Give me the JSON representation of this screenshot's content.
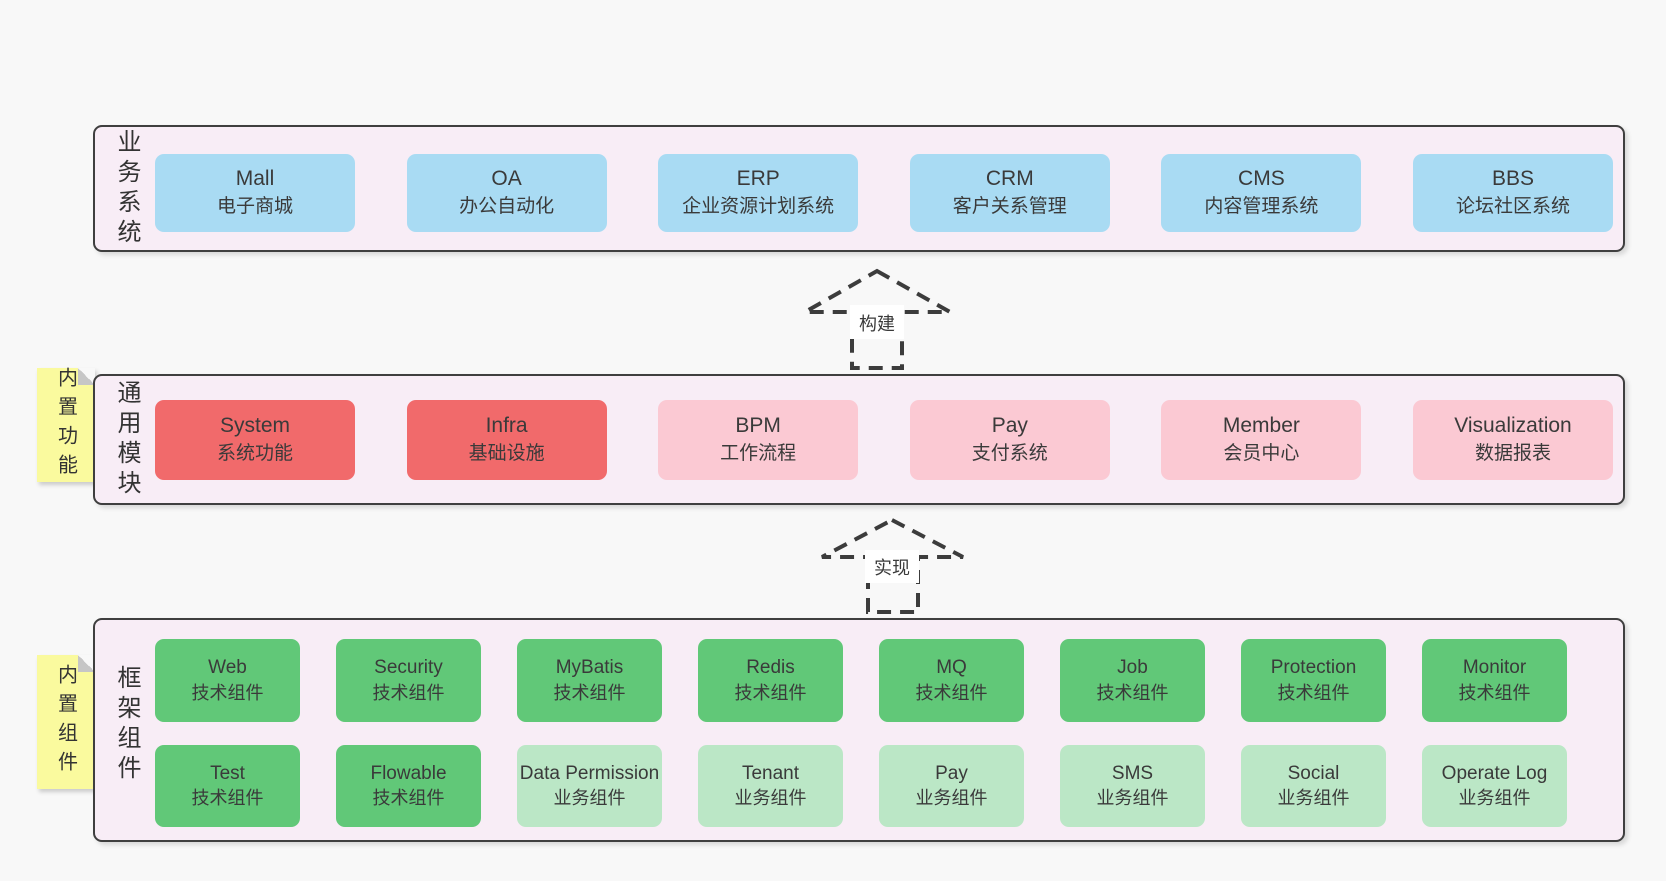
{
  "palette": {
    "page_background": "#f8f8f8",
    "band_fill": "#f8edf6",
    "band_border": "#3f3f3f",
    "blue_box": "#a9dbf3",
    "red_box": "#f16a6b",
    "pink_box": "#fbc9d3",
    "green_box": "#61c878",
    "light_green_box": "#bbe7c6",
    "yellow_tag": "#fafa9e",
    "text": "#3a3a3a"
  },
  "bands": [
    {
      "label": "业务系统",
      "rows": [
        [
          {
            "title": "Mall",
            "subtitle": "电子商城",
            "variant": "blue"
          },
          {
            "title": "OA",
            "subtitle": "办公自动化",
            "variant": "blue"
          },
          {
            "title": "ERP",
            "subtitle": "企业资源计划系统",
            "variant": "blue"
          },
          {
            "title": "CRM",
            "subtitle": "客户关系管理",
            "variant": "blue"
          },
          {
            "title": "CMS",
            "subtitle": "内容管理系统",
            "variant": "blue"
          },
          {
            "title": "BBS",
            "subtitle": "论坛社区系统",
            "variant": "blue"
          }
        ]
      ]
    },
    {
      "label": "通用模块",
      "tag": "内置功能",
      "rows": [
        [
          {
            "title": "System",
            "subtitle": "系统功能",
            "variant": "red"
          },
          {
            "title": "Infra",
            "subtitle": "基础设施",
            "variant": "red"
          },
          {
            "title": "BPM",
            "subtitle": "工作流程",
            "variant": "pink"
          },
          {
            "title": "Pay",
            "subtitle": "支付系统",
            "variant": "pink"
          },
          {
            "title": "Member",
            "subtitle": "会员中心",
            "variant": "pink"
          },
          {
            "title": "Visualization",
            "subtitle": "数据报表",
            "variant": "pink"
          }
        ]
      ]
    },
    {
      "label": "框架组件",
      "tag": "内置组件",
      "rows": [
        [
          {
            "title": "Web",
            "subtitle": "技术组件",
            "variant": "green"
          },
          {
            "title": "Security",
            "subtitle": "技术组件",
            "variant": "green"
          },
          {
            "title": "MyBatis",
            "subtitle": "技术组件",
            "variant": "green"
          },
          {
            "title": "Redis",
            "subtitle": "技术组件",
            "variant": "green"
          },
          {
            "title": "MQ",
            "subtitle": "技术组件",
            "variant": "green"
          },
          {
            "title": "Job",
            "subtitle": "技术组件",
            "variant": "green"
          },
          {
            "title": "Protection",
            "subtitle": "技术组件",
            "variant": "green"
          },
          {
            "title": "Monitor",
            "subtitle": "技术组件",
            "variant": "green"
          }
        ],
        [
          {
            "title": "Test",
            "subtitle": "技术组件",
            "variant": "green"
          },
          {
            "title": "Flowable",
            "subtitle": "技术组件",
            "variant": "green"
          },
          {
            "title": "Data Permission",
            "subtitle": "业务组件",
            "variant": "lgreen"
          },
          {
            "title": "Tenant",
            "subtitle": "业务组件",
            "variant": "lgreen"
          },
          {
            "title": "Pay",
            "subtitle": "业务组件",
            "variant": "lgreen"
          },
          {
            "title": "SMS",
            "subtitle": "业务组件",
            "variant": "lgreen"
          },
          {
            "title": "Social",
            "subtitle": "业务组件",
            "variant": "lgreen"
          },
          {
            "title": "Operate Log",
            "subtitle": "业务组件",
            "variant": "lgreen"
          }
        ]
      ]
    }
  ],
  "arrows": [
    {
      "label": "构建"
    },
    {
      "label": "实现"
    }
  ]
}
